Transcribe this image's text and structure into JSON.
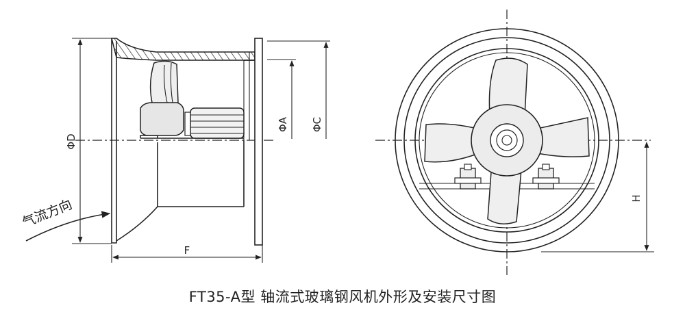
{
  "labels": {
    "dim_d": "ΦD",
    "dim_a": "ΦA",
    "dim_c": "ΦC",
    "dim_f": "F",
    "dim_h": "H",
    "airflow": "气流方向"
  },
  "caption": "FT35-A型  轴流式玻璃钢风机外形及安装尺寸图"
}
